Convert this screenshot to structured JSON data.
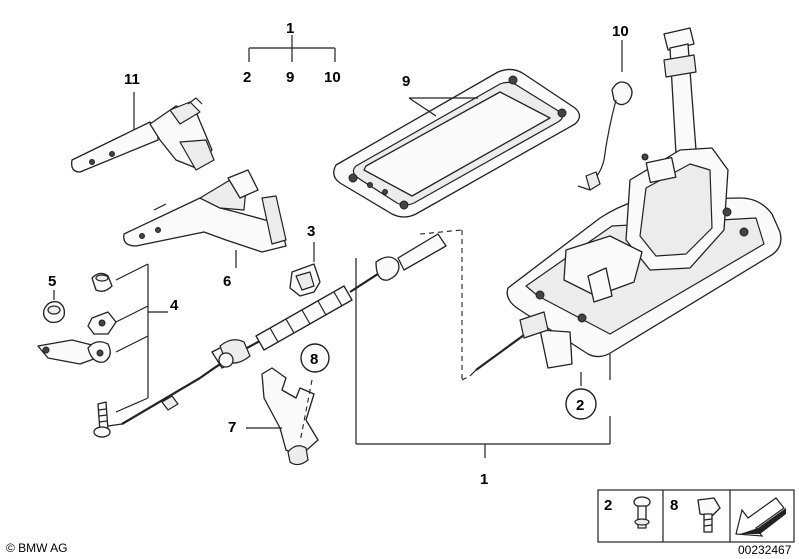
{
  "callouts": {
    "top_group_1": "1",
    "top_group_2": "2",
    "top_group_9": "9",
    "top_group_10": "10",
    "frame_9": "9",
    "cable_10": "10",
    "bracket_11": "11",
    "bracket_6": "6",
    "clip_3": "3",
    "nut_5": "5",
    "group_4": "4",
    "lever_7": "7",
    "circle_8": "8",
    "circle_2": "2",
    "bottom_1": "1"
  },
  "legend": {
    "item_a_number": "2",
    "item_b_number": "8"
  },
  "footer": {
    "copyright": "© BMW AG",
    "diagram_id": "00232467"
  }
}
